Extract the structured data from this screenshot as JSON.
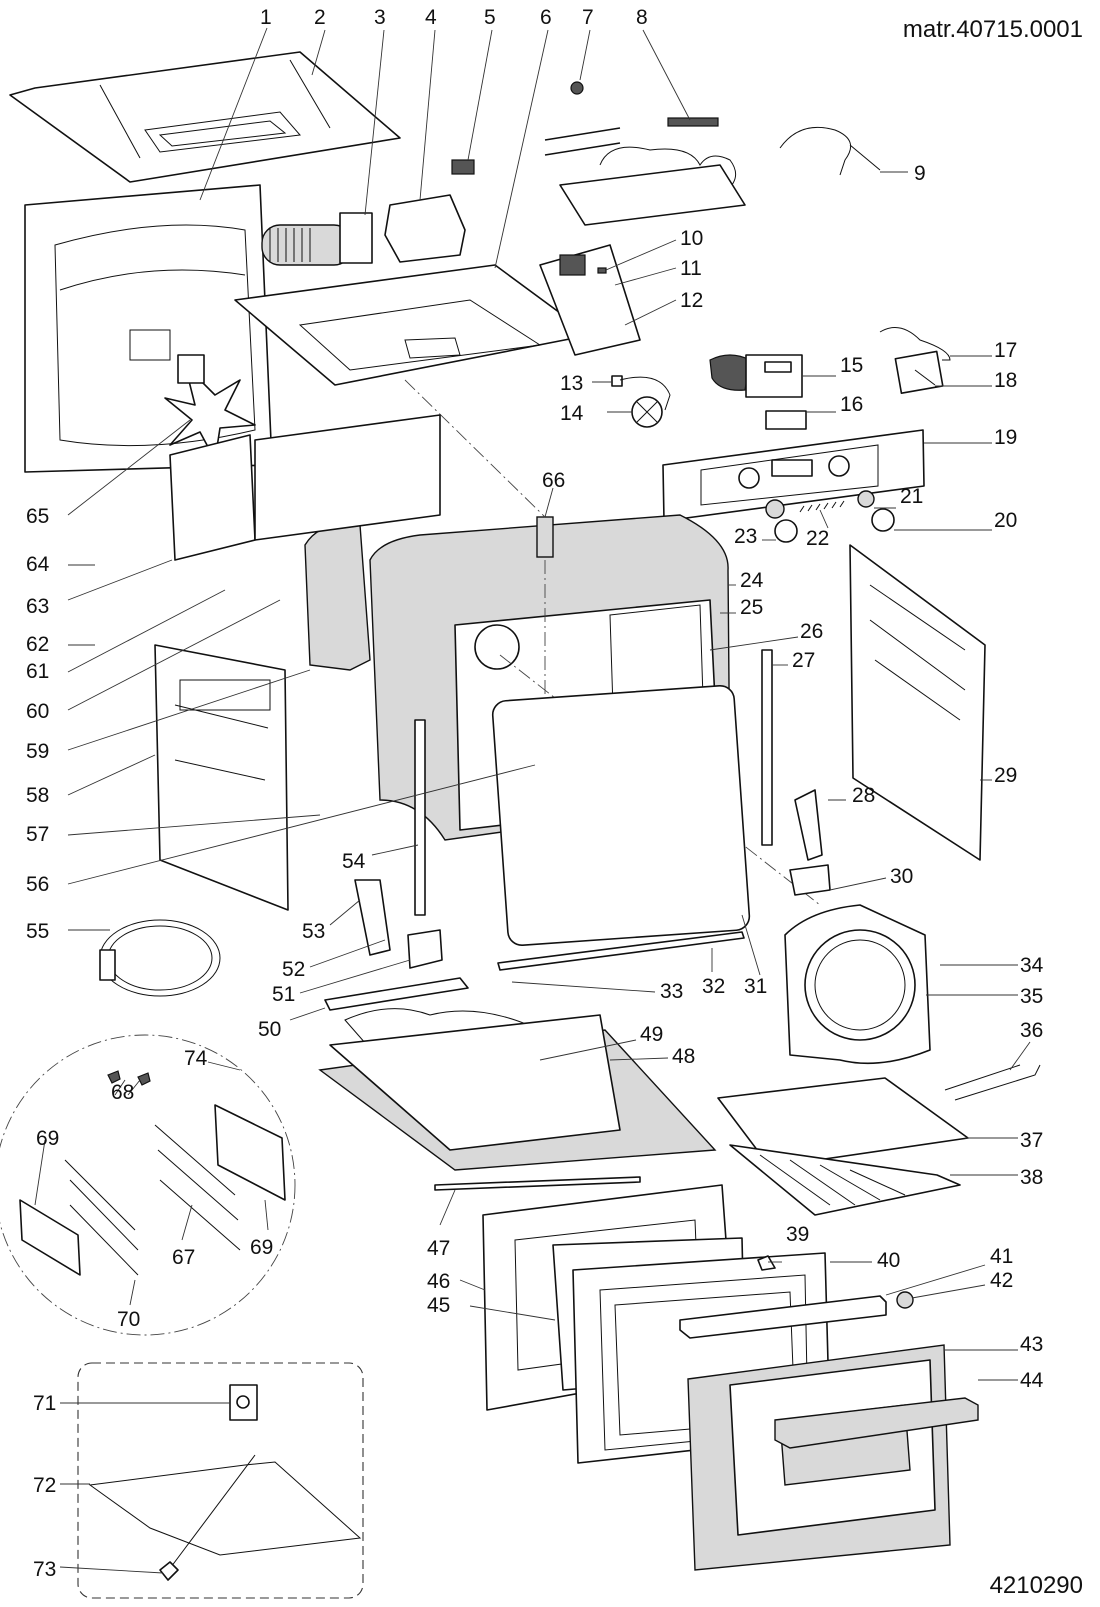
{
  "header": {
    "material_code": "matr.40715.0001",
    "drawing_number": "4210290"
  },
  "callouts": [
    "1",
    "2",
    "3",
    "4",
    "5",
    "6",
    "7",
    "8",
    "9",
    "10",
    "11",
    "12",
    "13",
    "14",
    "15",
    "16",
    "17",
    "18",
    "19",
    "20",
    "21",
    "22",
    "23",
    "24",
    "25",
    "26",
    "27",
    "28",
    "29",
    "30",
    "31",
    "32",
    "33",
    "34",
    "35",
    "36",
    "37",
    "38",
    "39",
    "40",
    "41",
    "42",
    "43",
    "44",
    "45",
    "46",
    "47",
    "48",
    "49",
    "50",
    "51",
    "52",
    "53",
    "54",
    "55",
    "56",
    "57",
    "58",
    "59",
    "60",
    "61",
    "62",
    "63",
    "64",
    "65",
    "66",
    "67",
    "68",
    "69",
    "69",
    "70",
    "71",
    "72",
    "73",
    "74"
  ],
  "groups": {
    "shelf_support_kit": [
      "67",
      "68",
      "69",
      "70",
      "74"
    ],
    "rotisserie_kit": [
      "71",
      "72",
      "73"
    ]
  }
}
